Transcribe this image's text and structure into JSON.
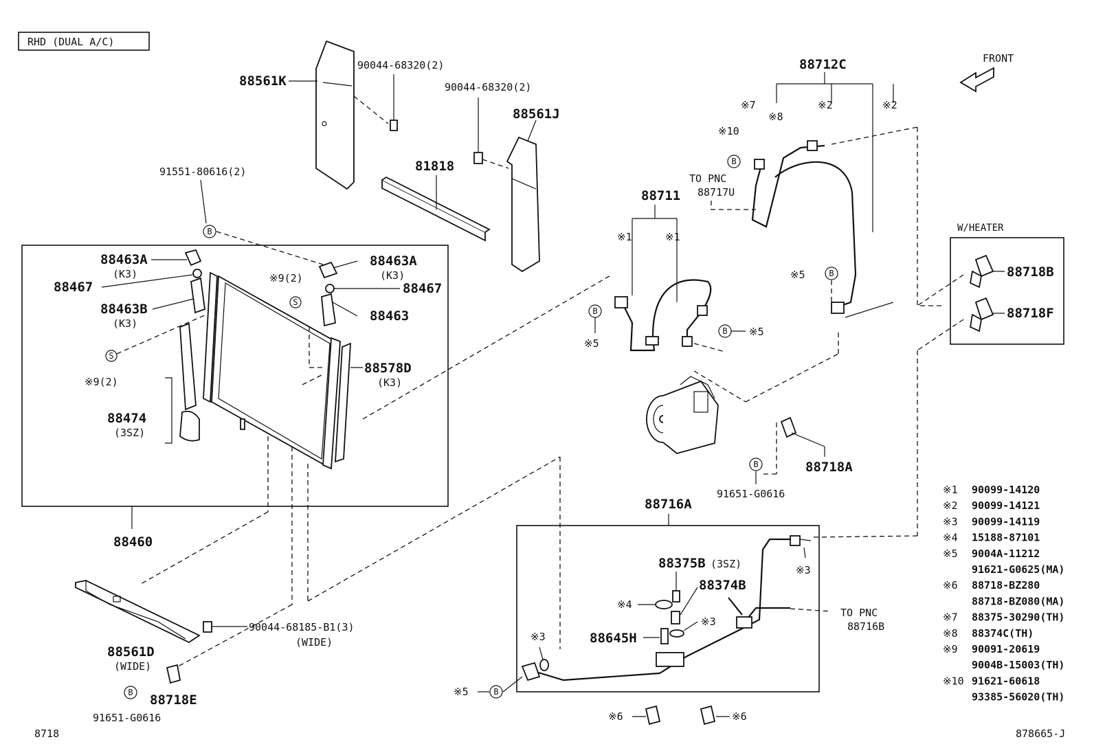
{
  "header": {
    "variant": "RHD (DUAL A/C)",
    "front": "FRONT",
    "heater": "W/HEATER"
  },
  "footer": {
    "page_code": "8718",
    "figure_id": "878665-J"
  },
  "callouts": {
    "p88561K": "88561K",
    "p90044_68320_a": "90044-68320(2)",
    "p90044_68320_b": "90044-68320(2)",
    "p88561J": "88561J",
    "p81818": "81818",
    "p91551": "91551-80616(2)",
    "p88463A_l": "88463A",
    "k3_a": "(K3)",
    "p88467_l": "88467",
    "p88463B": "88463B",
    "k3_b": "(K3)",
    "s9_l": "※9(2)",
    "p88474": "88474",
    "sz_a": "(3SZ)",
    "p88460": "88460",
    "s9_r": "※9(2)",
    "p88463A_r": "88463A",
    "k3_c": "(K3)",
    "p88467_r": "88467",
    "p88463": "88463",
    "p88578D": "88578D",
    "k3_d": "(K3)",
    "p88711": "88711",
    "m1_a": "※1",
    "m1_b": "※1",
    "m5_a": "※5",
    "m5_b": "※5",
    "p88712C": "88712C",
    "m7": "※7",
    "m8": "※8",
    "m2_a": "※2",
    "m2_b": "※2",
    "m10": "※10",
    "to_pnc_a": "TO PNC",
    "pnc_a": "88717U",
    "m5_c": "※5",
    "p88718A": "88718A",
    "p91651_a": "91651-G0616",
    "p88718B": "88718B",
    "p88718F": "88718F",
    "p88716A": "88716A",
    "p88375B": "88375B",
    "sz_b": "(3SZ)",
    "p88374B": "88374B",
    "m4": "※4",
    "m3_a": "※3",
    "m3_b": "※3",
    "m3_c": "※3",
    "p88645H": "88645H",
    "m5_d": "※5",
    "to_pnc_b": "TO PNC",
    "pnc_b": "88716B",
    "m6_a": "※6",
    "m6_b": "※6",
    "p88561D": "88561D",
    "wide_a": "(WIDE)",
    "p90044_68185": "90044-68185-B1(3)",
    "wide_b": "(WIDE)",
    "p88718E": "88718E",
    "p91651_b": "91651-G0616"
  },
  "legend": [
    {
      "mark": "※1",
      "parts": [
        "90099-14120"
      ]
    },
    {
      "mark": "※2",
      "parts": [
        "90099-14121"
      ]
    },
    {
      "mark": "※3",
      "parts": [
        "90099-14119"
      ]
    },
    {
      "mark": "※4",
      "parts": [
        "15188-87101"
      ]
    },
    {
      "mark": "※5",
      "parts": [
        "9004A-11212",
        "91621-G0625(MA)"
      ]
    },
    {
      "mark": "※6",
      "parts": [
        "88718-BZ280",
        "88718-BZ080(MA)"
      ]
    },
    {
      "mark": "※7",
      "parts": [
        "88375-30290(TH)"
      ]
    },
    {
      "mark": "※8",
      "parts": [
        "88374C(TH)"
      ]
    },
    {
      "mark": "※9",
      "parts": [
        "90091-20619",
        "9004B-15003(TH)"
      ]
    },
    {
      "mark": "※10",
      "parts": [
        "91621-60618",
        "93385-56020(TH)"
      ]
    }
  ],
  "symbols": {
    "bolt": "B",
    "screw": "S"
  }
}
